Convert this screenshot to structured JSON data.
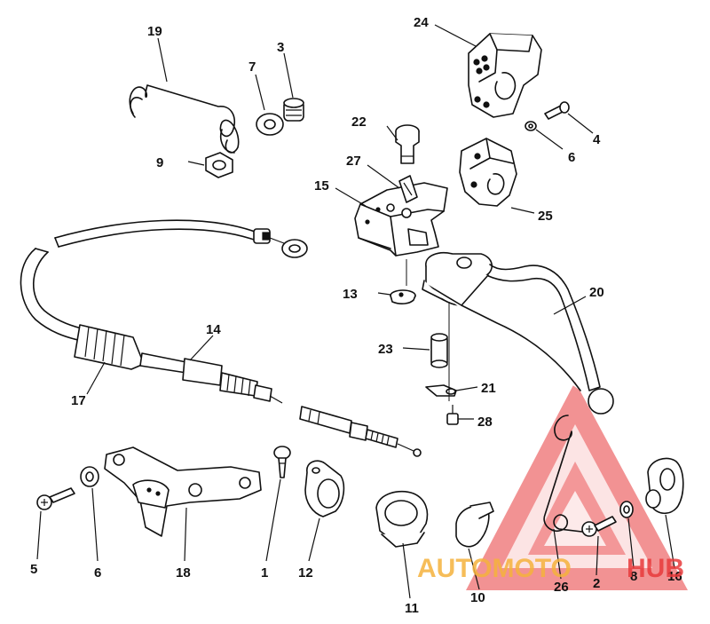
{
  "callouts": [
    {
      "id": "19",
      "label": "19"
    },
    {
      "id": "7",
      "label": "7"
    },
    {
      "id": "3",
      "label": "3"
    },
    {
      "id": "24",
      "label": "24"
    },
    {
      "id": "4",
      "label": "4"
    },
    {
      "id": "22",
      "label": "22"
    },
    {
      "id": "6a",
      "label": "6"
    },
    {
      "id": "9",
      "label": "9"
    },
    {
      "id": "27",
      "label": "27"
    },
    {
      "id": "15",
      "label": "15"
    },
    {
      "id": "25",
      "label": "25"
    },
    {
      "id": "13",
      "label": "13"
    },
    {
      "id": "20",
      "label": "20"
    },
    {
      "id": "14",
      "label": "14"
    },
    {
      "id": "23",
      "label": "23"
    },
    {
      "id": "17",
      "label": "17"
    },
    {
      "id": "21",
      "label": "21"
    },
    {
      "id": "28",
      "label": "28"
    },
    {
      "id": "5",
      "label": "5"
    },
    {
      "id": "6b",
      "label": "6"
    },
    {
      "id": "18",
      "label": "18"
    },
    {
      "id": "1",
      "label": "1"
    },
    {
      "id": "12",
      "label": "12"
    },
    {
      "id": "11",
      "label": "11"
    },
    {
      "id": "10",
      "label": "10"
    },
    {
      "id": "26",
      "label": "26"
    },
    {
      "id": "2",
      "label": "2"
    },
    {
      "id": "8",
      "label": "8"
    },
    {
      "id": "16",
      "label": "16"
    }
  ],
  "watermark": {
    "part1": "AUTOMOTO",
    "part2": "HUB",
    "color_primary": "#e8393b",
    "color_secondary": "#f4b23c"
  }
}
